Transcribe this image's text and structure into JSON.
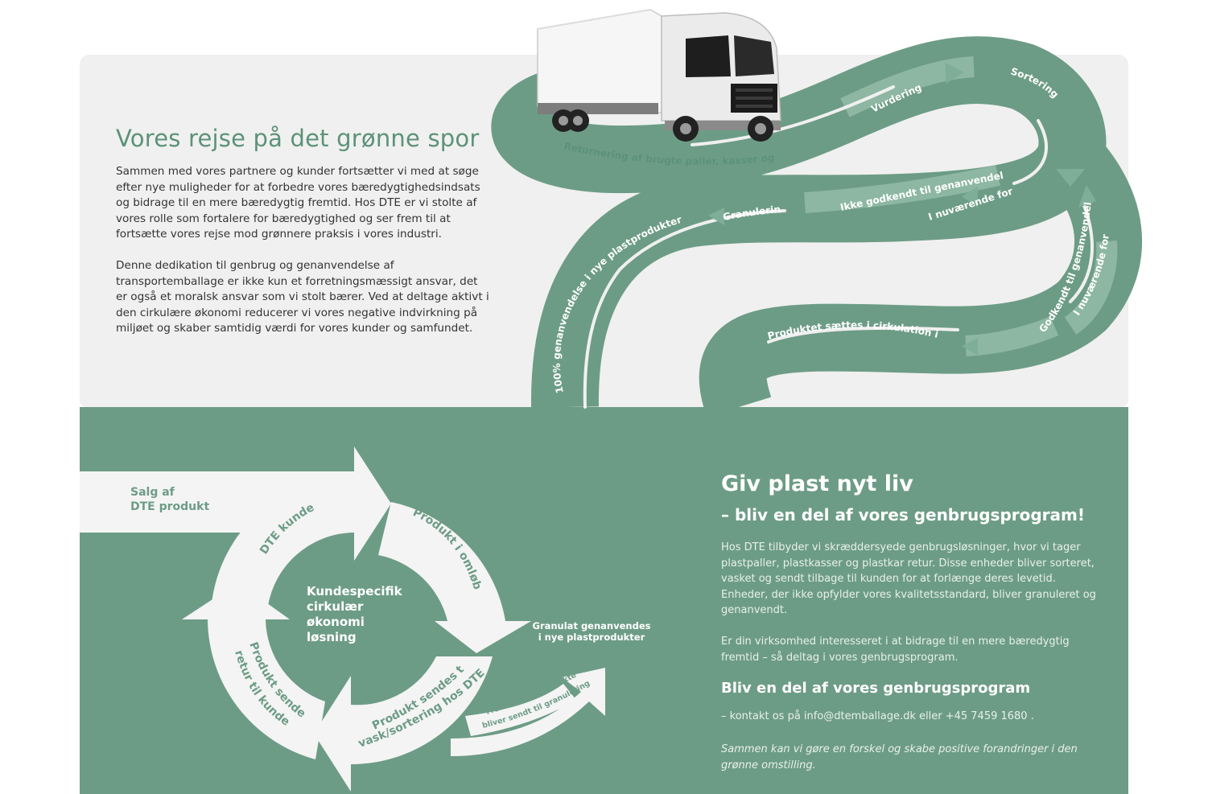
{
  "intro": {
    "title": "Vores rejse på det grønne spor",
    "paragraph_1": "Sammen med vores partnere og kunder fortsætter vi med at søge efter nye muligheder for at forbedre vores bæredygtighedsindsats og bidrage til en mere bæredygtig fremtid. Hos DTE er vi stolte af vores rolle som fortalere for bæredygtighed og ser frem til at fortsætte vores rejse mod grønnere praksis i vores industri.",
    "paragraph_2": "Denne dedikation til genbrug og genanvendelse af transportemballage er ikke kun et forretningsmæssigt ansvar, det er også et moralsk ansvar som vi stolt bærer. Ved at deltage aktivt i den cirkulære økonomi reducerer vi vores negative indvirkning på miljøet og skaber samtidig værdi for vores kunder og samfundet."
  },
  "journey": {
    "return_label": "Returnering af brugte paller, kasser og kar",
    "evaluation_label": "Vurdering",
    "sorting_label": "Sortering",
    "rejected_label": "Ikke godkendt til genanvendelse",
    "rejected_sub_label": "I nuværende form",
    "granulation_label": "Granulering",
    "recycled_label": "100% genanvendelse i nye plastprodukter",
    "approved_label": "Godkendt til genanvendelse",
    "approved_sub_label": "I nuværende form",
    "recirculation_label": "Produktet sættes i cirkulation igen"
  },
  "cycle": {
    "entry_label_line1": "Salg af",
    "entry_label_line2": "DTE produkt",
    "customer_label": "DTE kunde",
    "in_circulation_label": "Produkt i omløb",
    "sent_to_dte_line1": "Produkt sendes til",
    "sent_to_dte_line2": "vask/sortering hos DTE",
    "returned_line1": "Produkt sendes",
    "returned_line2": "retur til kunden",
    "center_line1": "Kundespecifik",
    "center_line2": "cirkulær",
    "center_line3": "økonomi",
    "center_line4": "løsning",
    "granulate_line1": "Granulat genanvendes",
    "granulate_line2": "i nye plastprodukter",
    "discard_line1": "Frasorterede produkter",
    "discard_line2": "bliver sendt til granulering"
  },
  "cta": {
    "title": "Giv plast nyt liv",
    "subtitle": "– bliv en del af vores genbrugsprogram!",
    "paragraph_1": "Hos DTE tilbyder vi skræddersyede genbrugsløsninger, hvor vi tager plastpaller, plastkasser og plastkar retur. Disse enheder bliver sorteret, vasket og sendt tilbage til kunden for at forlænge deres levetid. Enheder, der ikke opfylder vores kvalitetsstandard, bliver granuleret og genanvendt.",
    "paragraph_2": "Er din virksomhed interesseret i at bidrage til en mere bæredygtig fremtid – så deltag i vores genbrugsprogram.",
    "heading": "Bliv en del af vores genbrugsprogram",
    "contact": "– kontakt os på info@dtemballage.dk eller +45 7459 1680 .",
    "closing": "Sammen kan vi gøre en forskel og skabe positive forandringer i den grønne omstilling."
  },
  "colors": {
    "brand_green": "#6d9c86",
    "dark_green": "#5c9279",
    "light_green": "#8db7a2",
    "panel_grey": "#f0f0f0"
  },
  "icons": {
    "truck": "truck-icon"
  }
}
